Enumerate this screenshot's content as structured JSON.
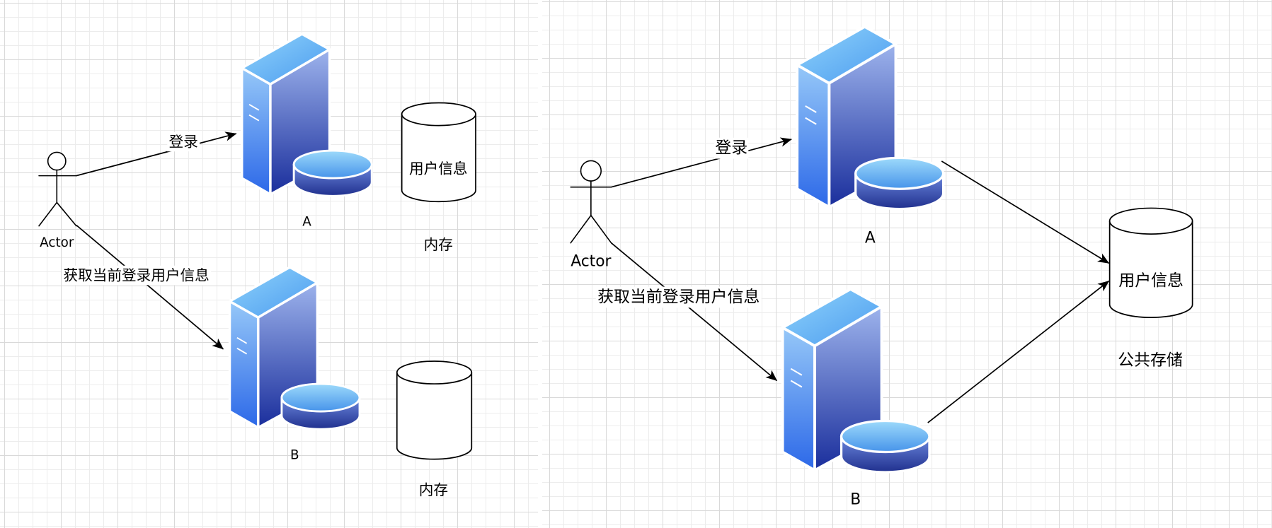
{
  "diagram_left": {
    "actor_label": "Actor",
    "edge_login_label": "登录",
    "edge_fetch_label": "获取当前登录用户信息",
    "server_a_label": "A",
    "server_b_label": "B",
    "store_a_text": "用户信息",
    "store_a_caption": "内存",
    "store_b_caption": "内存"
  },
  "diagram_right": {
    "actor_label": "Actor",
    "edge_login_label": "登录",
    "edge_fetch_label": "获取当前登录用户信息",
    "server_a_label": "A",
    "server_b_label": "B",
    "shared_store_text": "用户信息",
    "shared_store_caption": "公共存储"
  },
  "icons": {
    "actor": "user-actor-icon",
    "server": "server-icon",
    "storage": "database-cylinder-icon"
  },
  "colors": {
    "top_face": [
      "#90d4fa",
      "#4a9af0"
    ],
    "left_face": [
      "#96c8f8",
      "#2c68e8"
    ],
    "right_face": [
      "#9db3ec",
      "#1a2e9c"
    ],
    "disk_top": [
      "#9ddafb",
      "#4794ea"
    ],
    "disk_band": [
      "#6c88de",
      "#20308e"
    ]
  }
}
